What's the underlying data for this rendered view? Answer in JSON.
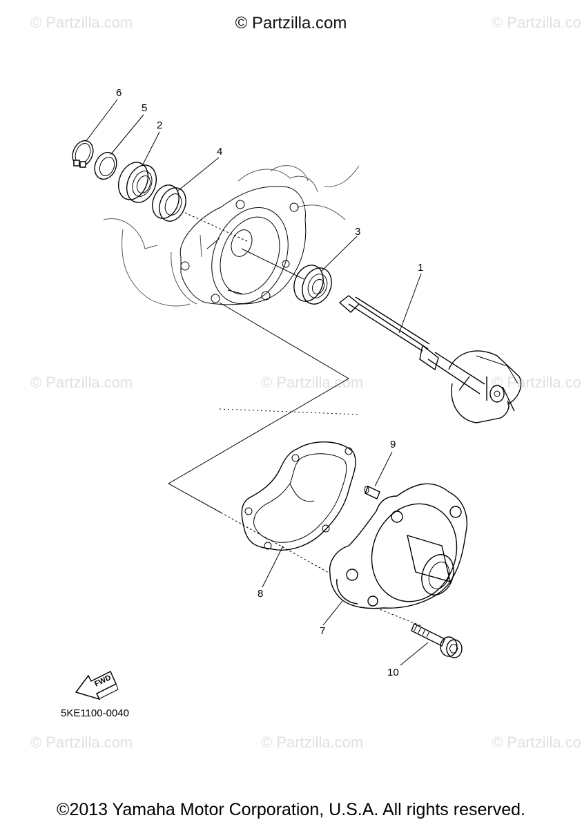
{
  "header": {
    "credit": "© Partzilla.com"
  },
  "watermark": "© Partzilla.com",
  "diagram_code": "5KE1100-0040",
  "fwd_label": "FWD",
  "callouts": [
    "1",
    "2",
    "3",
    "4",
    "5",
    "6",
    "7",
    "8",
    "9",
    "10"
  ],
  "footer": {
    "copyright": "©2013 Yamaha Motor Corporation, U.S.A. All rights reserved."
  }
}
